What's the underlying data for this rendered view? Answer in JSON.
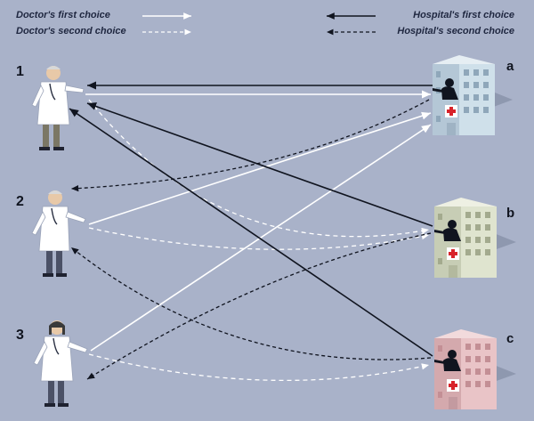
{
  "legend": {
    "doctor_first": "Doctor's first choice",
    "doctor_second": "Doctor's second choice",
    "hospital_first": "Hospital's first choice",
    "hospital_second": "Hospital's second choice"
  },
  "doctors": [
    {
      "label": "1"
    },
    {
      "label": "2"
    },
    {
      "label": "3"
    }
  ],
  "hospitals": [
    {
      "label": "a",
      "color": "#cfe0ea"
    },
    {
      "label": "b",
      "color": "#dfe4cf"
    },
    {
      "label": "c",
      "color": "#e9c4c7"
    }
  ],
  "colors": {
    "background": "#a9b2c9",
    "doctor_arrow": "#ffffff",
    "hospital_arrow": "#10141f"
  }
}
